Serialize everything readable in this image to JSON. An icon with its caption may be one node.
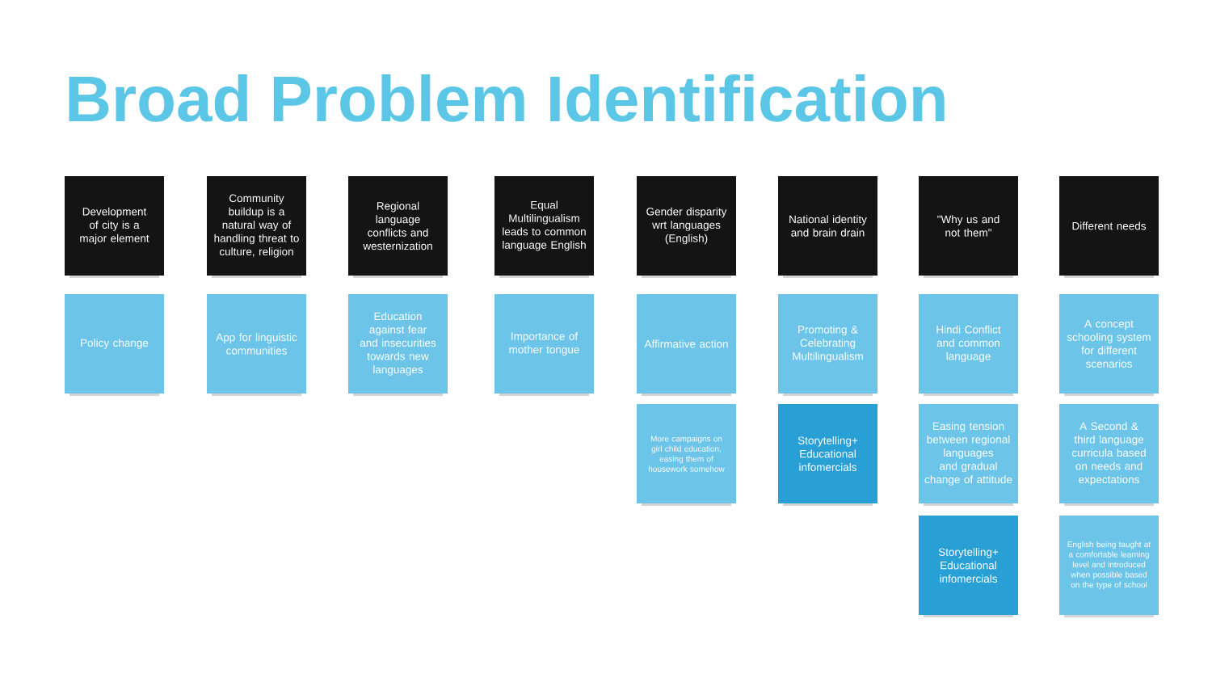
{
  "diagram": {
    "title": "Broad Problem Identification",
    "nodes": [
      {
        "text": [
          "Development of city is a major element"
        ]
      },
      {
        "text": [
          "Policy change"
        ]
      },
      {
        "text": [
          "Community buildup is a natural way of handling threat to culture, religion"
        ]
      },
      {
        "text": [
          "App for linguistic communities"
        ]
      },
      {
        "text": [
          "Regional language conflicts and westernization"
        ]
      },
      {
        "text": [
          "Education against fear and insecurities towards new languages"
        ]
      },
      {
        "text": [
          "Equal Multilingualism leads to common language English"
        ]
      },
      {
        "text": [
          "Importance of mother tongue"
        ]
      },
      {
        "text": [
          "Gender disparity wrt languages (English)"
        ]
      },
      {
        "text": [
          "Affirmative action"
        ]
      },
      {
        "text": [
          "More campaigns on girl child education, easing them of housework somehow"
        ]
      },
      {
        "text": [
          "National identity and brain drain"
        ]
      },
      {
        "text": [
          "Promoting & Celebrating Multilingualism"
        ]
      },
      {
        "text": [
          "Storytelling+ Educational infomercials"
        ]
      },
      {
        "text": [
          "\"Why us and not them\""
        ]
      },
      {
        "text": [
          "Hindi Conflict and common language"
        ]
      },
      {
        "text": [
          "Easing tension between regional languages and gradual change of attitude"
        ]
      },
      {
        "text": [
          "Storytelling+ Educational infomercials"
        ]
      },
      {
        "text": [
          "Different needs"
        ]
      },
      {
        "text": [
          "A concept schooling system for different scenarios"
        ]
      },
      {
        "text": [
          "A Second & third language curricula based on needs and expectations"
        ]
      },
      {
        "text": [
          "English being taught at a comfortable learning level and introduced when possible based on the type of school"
        ]
      }
    ]
  }
}
